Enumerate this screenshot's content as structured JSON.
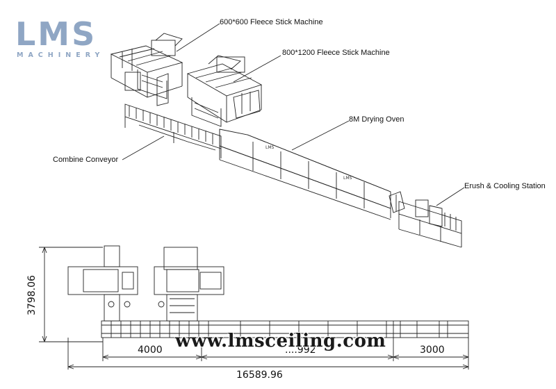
{
  "logo": {
    "main": "LMS",
    "sub": "MACHINERY"
  },
  "callouts": {
    "fleece_600": "600*600 Fleece Stick Machine",
    "fleece_800": "800*1200 Fleece Stick Machine",
    "drying_oven": "8M Drying Oven",
    "combine_conveyor": "Combine Conveyor",
    "brush_cooling": "Erush & Cooling Station"
  },
  "dimensions": {
    "height": "3798.06",
    "seg_left": "4000",
    "seg_mid": "....992",
    "seg_right": "3000",
    "total": "16589.96"
  },
  "watermark": "www.lmsceiling.com"
}
